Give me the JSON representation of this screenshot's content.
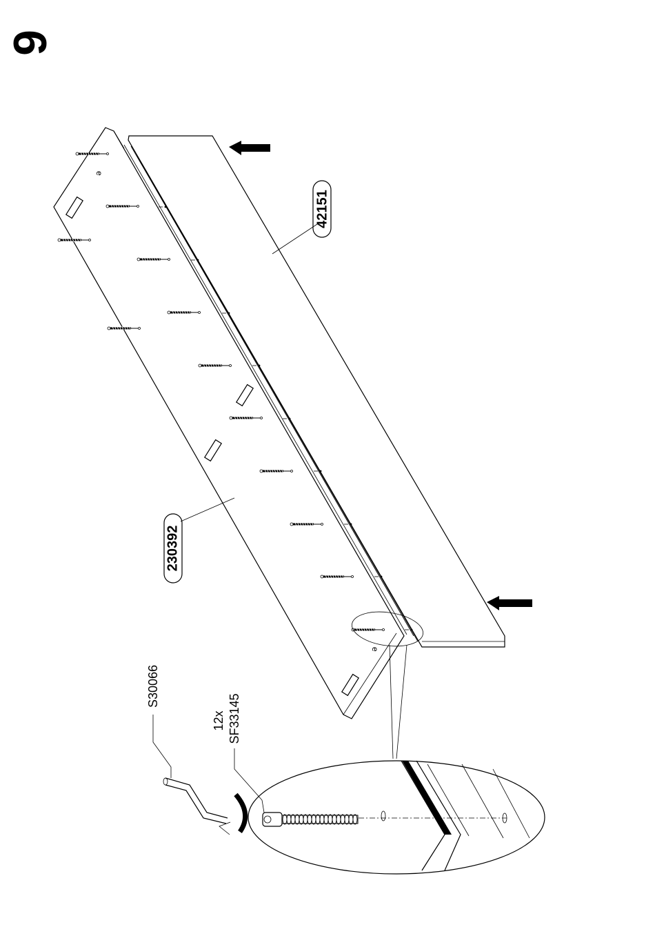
{
  "step_number": "6",
  "parts": {
    "long_panel": "42151",
    "side_panel": "230392"
  },
  "hardware": {
    "tool_code": "S30066",
    "screw_quantity": "12x",
    "screw_code": "SF33145"
  },
  "icons": {
    "arrow": "push-arrow-icon",
    "rotate": "rotate-clockwise-icon"
  }
}
